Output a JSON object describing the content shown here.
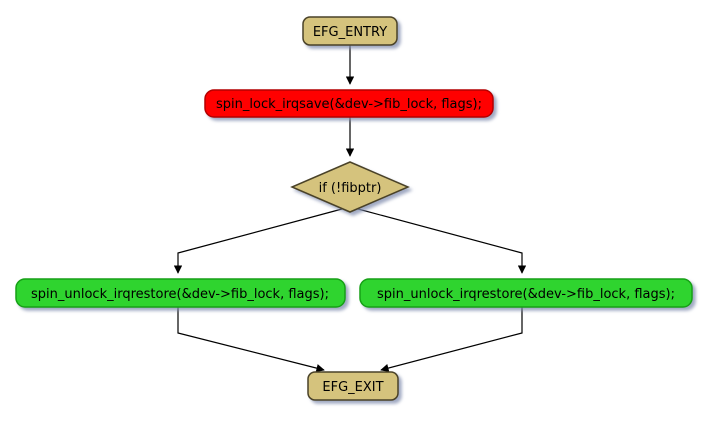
{
  "diagram": {
    "type": "flowchart",
    "nodes": {
      "entry": {
        "label": "EFG_ENTRY",
        "shape": "rounded-rect",
        "fill": "#D5C37D"
      },
      "lock": {
        "label": "spin_lock_irqsave(&dev->fib_lock, flags);",
        "shape": "rounded-rect",
        "fill": "#FF0000"
      },
      "condition": {
        "label": "if (!fibptr)",
        "shape": "diamond",
        "fill": "#D5C37D"
      },
      "unlock_left": {
        "label": "spin_unlock_irqrestore(&dev->fib_lock, flags);",
        "shape": "rounded-rect",
        "fill": "#2FD42F"
      },
      "unlock_right": {
        "label": "spin_unlock_irqrestore(&dev->fib_lock, flags);",
        "shape": "rounded-rect",
        "fill": "#2FD42F"
      },
      "exit": {
        "label": "EFG_EXIT",
        "shape": "rounded-rect",
        "fill": "#D5C37D"
      }
    },
    "edges": [
      {
        "from": "entry",
        "to": "lock"
      },
      {
        "from": "lock",
        "to": "condition"
      },
      {
        "from": "condition",
        "to": "unlock_left"
      },
      {
        "from": "condition",
        "to": "unlock_right"
      },
      {
        "from": "unlock_left",
        "to": "exit"
      },
      {
        "from": "unlock_right",
        "to": "exit"
      }
    ],
    "colors": {
      "background": "#FFFFFF",
      "node_fill_tan": "#D5C37D",
      "node_border_tan": "#4A4228",
      "lock_fill": "#FF0000",
      "lock_border": "#B40000",
      "unlock_fill": "#2FD42F",
      "unlock_border": "#16A016",
      "edge": "#000000",
      "text": "#000000",
      "shadow": "#828EAF"
    }
  }
}
